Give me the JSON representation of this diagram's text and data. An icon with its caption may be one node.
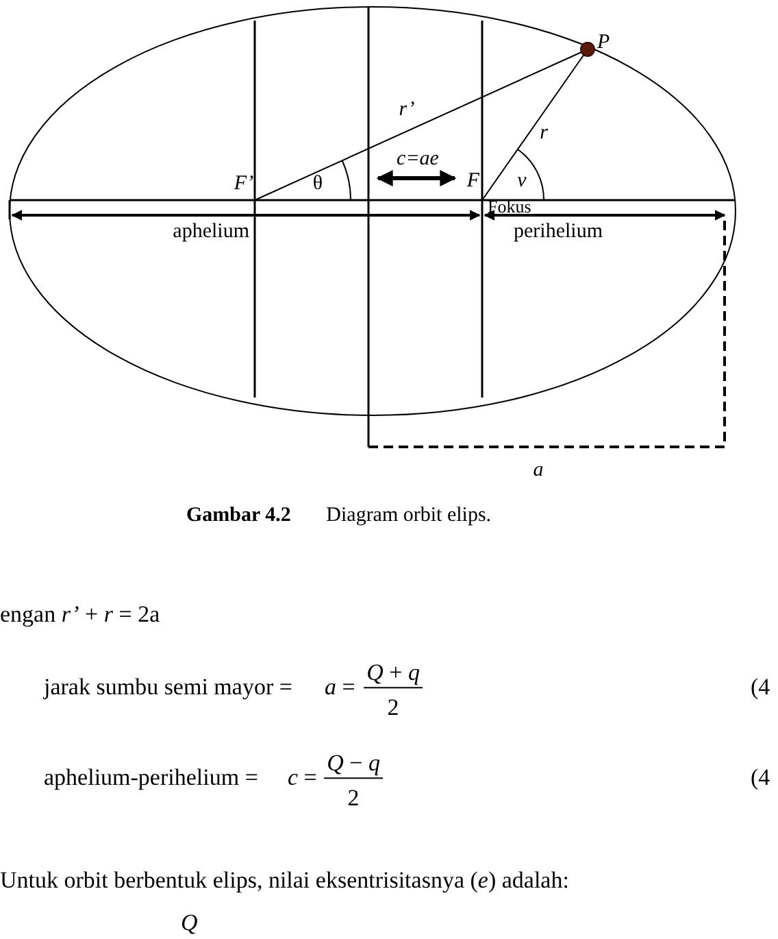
{
  "diagram": {
    "caption": "**Gambar 4.2** Diagram orbit elips.",
    "labels": [
      "P",
      "r’",
      "r",
      "c=ae",
      "F’",
      "θ",
      "F",
      "ν",
      "Fokus",
      "aphelium",
      "perihelium",
      "a",
      "engan *r’* + *r* = 2a",
      "jarak sumbu semi mayor =",
      "*a* =",
      "*Q* + *q*",
      "2",
      "(4",
      "aphelium-perihelium =",
      "*c* =",
      "*Q* − *q*",
      "2",
      "(4",
      "Untuk orbit berbentuk elips, nilai eksentrisitasnya (*e*) adalah:",
      "Q"
    ]
  }
}
